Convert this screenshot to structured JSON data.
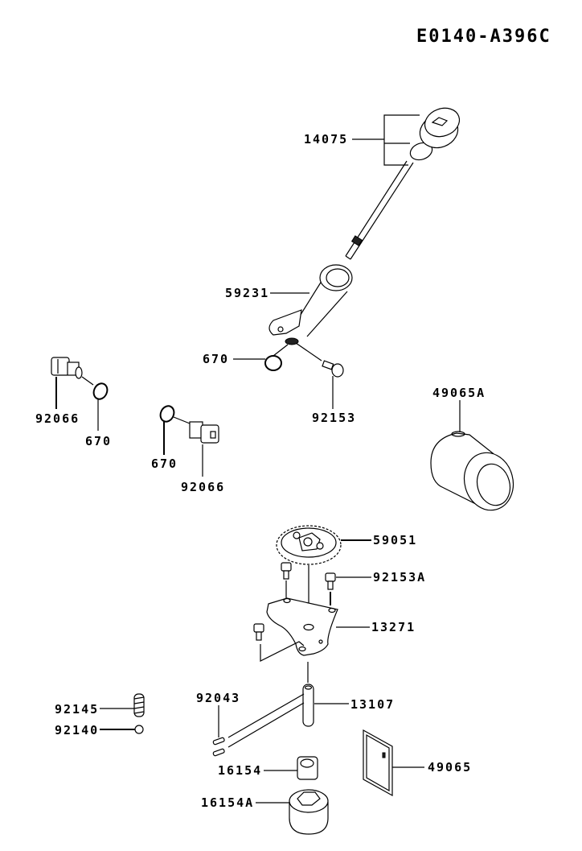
{
  "diagram_id": "E0140-A396C",
  "parts": [
    {
      "key": "dipstick",
      "label": "14075"
    },
    {
      "key": "oil-filler-tube",
      "label": "59231"
    },
    {
      "key": "o-ring-tube",
      "label": "670"
    },
    {
      "key": "bolt-tube",
      "label": "92153"
    },
    {
      "key": "drain-plug-left",
      "label": "92066"
    },
    {
      "key": "o-ring-left",
      "label": "670"
    },
    {
      "key": "o-ring-center",
      "label": "670"
    },
    {
      "key": "drain-plug-center",
      "label": "92066"
    },
    {
      "key": "oil-filter",
      "label": "49065A"
    },
    {
      "key": "gear",
      "label": "59051"
    },
    {
      "key": "bolt-plate",
      "label": "92153A"
    },
    {
      "key": "plate",
      "label": "13271"
    },
    {
      "key": "spring",
      "label": "92145"
    },
    {
      "key": "ball",
      "label": "92140"
    },
    {
      "key": "pin",
      "label": "92043"
    },
    {
      "key": "shaft",
      "label": "13107"
    },
    {
      "key": "rotor-inner",
      "label": "16154"
    },
    {
      "key": "rotor-outer",
      "label": "16154A"
    },
    {
      "key": "element",
      "label": "49065"
    }
  ]
}
